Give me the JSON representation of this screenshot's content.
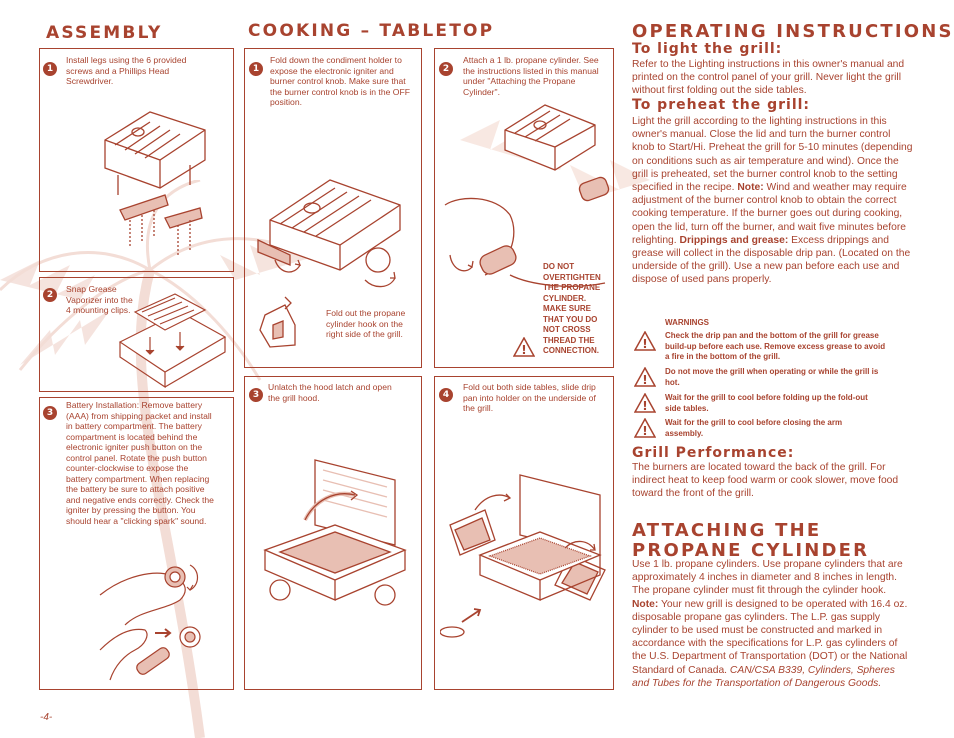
{
  "page_number": "-4-",
  "assembly": {
    "title": "ASSEMBLY",
    "steps": [
      {
        "num": "1",
        "text": "Install legs using the 6 provided screws and a Phillips Head Screwdriver."
      },
      {
        "num": "2",
        "text": "Snap Grease Vaporizer into the 4 mounting clips."
      },
      {
        "num": "3",
        "text": "Battery Installation: Remove battery (AAA) from shipping packet and install in battery compartment. The battery compartment is located behind the electronic igniter push button on the control panel. Rotate the push button counter-clockwise to expose the battery compartment. When replacing the battery be sure to attach positive and negative ends correctly. Check the igniter by pressing the button. You should hear a \"clicking spark\" sound."
      }
    ]
  },
  "cooking": {
    "title": "COOKING – TABLETOP",
    "steps": [
      {
        "num": "1",
        "text": "Fold down the condiment holder to expose the electronic igniter and burner control knob. Make sure that the burner control knob is in the OFF position.",
        "subtext": "Fold out the propane cylinder hook on the right side of the grill."
      },
      {
        "num": "2",
        "text": "Attach a 1 lb. propane cylinder. See the instructions listed in this manual under \"Attaching the Propane Cylinder\".",
        "warning": "DO NOT OVERTIGHTEN THE PROPANE CYLINDER. MAKE SURE THAT YOU DO NOT CROSS THREAD THE CONNECTION."
      },
      {
        "num": "3",
        "text": "Unlatch the hood latch and open the grill hood."
      },
      {
        "num": "4",
        "text": "Fold out both side tables, slide drip pan into holder on the underside of the grill."
      }
    ]
  },
  "operating": {
    "title": "OPERATING INSTRUCTIONS",
    "light_title": "To light the grill:",
    "light_text": "Refer to the Lighting instructions in this owner's manual and printed on the control panel of your grill. Never light the grill without first folding out the side tables.",
    "preheat_title": "To preheat the grill:",
    "preheat_text": "Light the grill according to the lighting instructions in this owner's manual. Close the lid and turn the burner control knob to Start/Hi. Preheat the grill for 5-10 minutes (depending on conditions such as air temperature and wind). Once the grill is preheated, set the burner control knob to the setting specified in the recipe.",
    "note_label": "Note:",
    "note_text": " Wind and weather may require adjustment of the burner control knob to obtain the correct cooking temperature. If the burner goes out during cooking, open the lid, turn off the burner, and wait five minutes before relighting.",
    "drip_label": "Drippings and grease:",
    "drip_text": " Excess drippings and grease will collect in the disposable drip pan. (Located on the underside of the grill). Use a new pan before each use and dispose of used pans properly.",
    "warnings_title": "WARNINGS",
    "warnings": [
      "Check the drip pan and the bottom of the grill for grease build-up before each use. Remove excess grease to avoid a fire in the bottom of the grill.",
      "Do not move the grill when operating or while the grill is hot.",
      "Wait for the grill to cool before folding up the fold-out side tables.",
      "Wait for the grill to cool before closing the arm assembly."
    ],
    "performance_title": "Grill Performance:",
    "performance_text": "The burners are located toward the back of the grill. For indirect heat to keep food warm or cook slower, move food toward the front of the grill."
  },
  "propane": {
    "title": "ATTACHING THE PROPANE CYLINDER",
    "text": "Use 1 lb. propane cylinders. Use propane cylinders that are approximately 4 inches in diameter and 8 inches in length. The propane cylinder must fit through the cylinder hook.",
    "note_label": "Note:",
    "note_text": " Your new grill is designed to be operated with 16.4 oz. disposable propane gas cylinders. The L.P. gas supply cylinder to be used must be constructed and marked in accordance with the specifications for L.P. gas cylinders of the U.S. Department of Transportation (DOT) or the National Standard of Canada. ",
    "note_italic": "CAN/CSA B339, Cylinders, Spheres and Tubes for the Transportation of Dangerous Goods."
  },
  "colors": {
    "brand": "#a8432f",
    "watermark": "#f3ddd6"
  }
}
